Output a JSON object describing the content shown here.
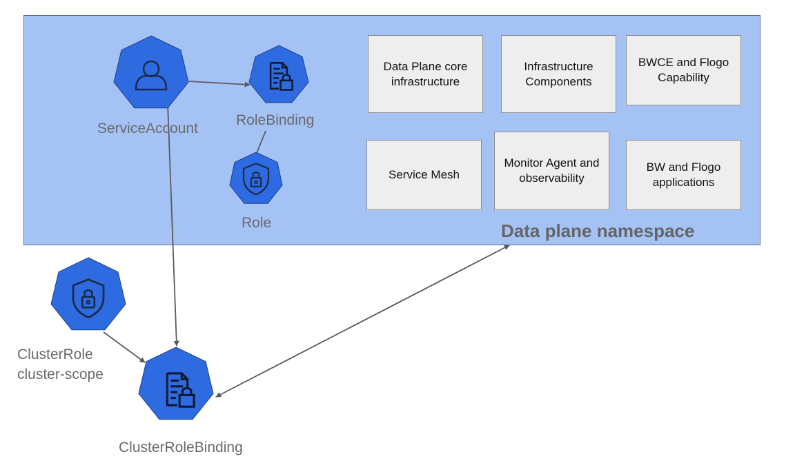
{
  "namespace": {
    "title": "Data plane namespace",
    "fill": "#a5c2f4"
  },
  "components": [
    {
      "label": "Data Plane core\ninfrastructure"
    },
    {
      "label": "Infrastructure\nComponents"
    },
    {
      "label": "BWCE and Flogo\nCapability"
    },
    {
      "label": "Service Mesh"
    },
    {
      "label": "Monitor Agent\nand observability"
    },
    {
      "label": "BW and Flogo\napplications"
    }
  ],
  "nodes": {
    "service_account": {
      "label": "ServiceAccount",
      "icon": "user-icon"
    },
    "role_binding": {
      "label": "RoleBinding",
      "icon": "role-binding-icon"
    },
    "role": {
      "label": "Role",
      "icon": "lock-shield-icon"
    },
    "cluster_role": {
      "label": "ClusterRole\ncluster-scope",
      "icon": "lock-shield-icon"
    },
    "cluster_role_binding": {
      "label": "ClusterRoleBinding",
      "icon": "role-binding-icon"
    }
  },
  "colors": {
    "node_fill": "#2f6be0",
    "node_stroke": "#1d3f8f",
    "icon_stroke": "#1a2a4a",
    "edge": "#5a5a5a",
    "component_fill": "#eeeeee"
  }
}
